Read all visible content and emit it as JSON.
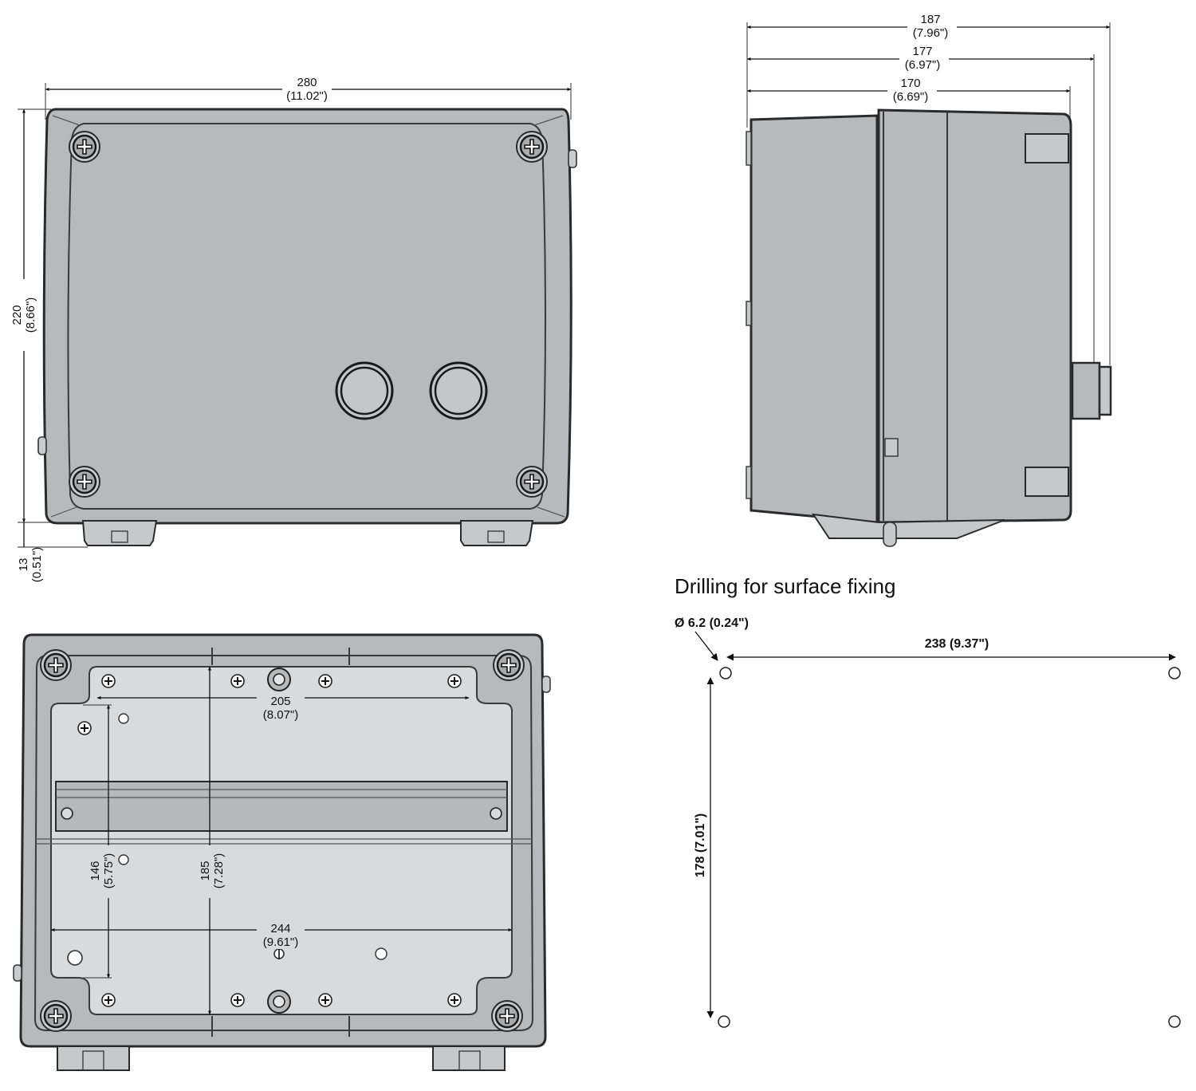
{
  "front_view": {
    "width_label": "280",
    "width_label_in": "(11.02\")",
    "height_label": "220",
    "height_label_in": "(8.66\")",
    "foot_label": "13",
    "foot_label_in": "(0.51\")"
  },
  "side_view": {
    "depth_1": "187",
    "depth_1_in": "(7.96\")",
    "depth_2": "177",
    "depth_2_in": "(6.97\")",
    "depth_3": "170",
    "depth_3_in": "(6.69\")"
  },
  "rear_view": {
    "top_rail": "205",
    "top_rail_in": "(8.07\")",
    "bottom_rail": "244",
    "bottom_rail_in": "(9.61\")",
    "left_height": "146",
    "left_height_in": "(5.75\")",
    "center_height": "185",
    "center_height_in": "(7.28\")"
  },
  "drilling": {
    "title": "Drilling for surface fixing",
    "hole_label": "Ø 6.2 (0.24\")",
    "horizontal": "238 (9.37\")",
    "vertical": "178 (7.01\")"
  },
  "colors": {
    "housing": "#b7babc",
    "plate": "#d9dadb",
    "outline": "#2a2a2a"
  }
}
